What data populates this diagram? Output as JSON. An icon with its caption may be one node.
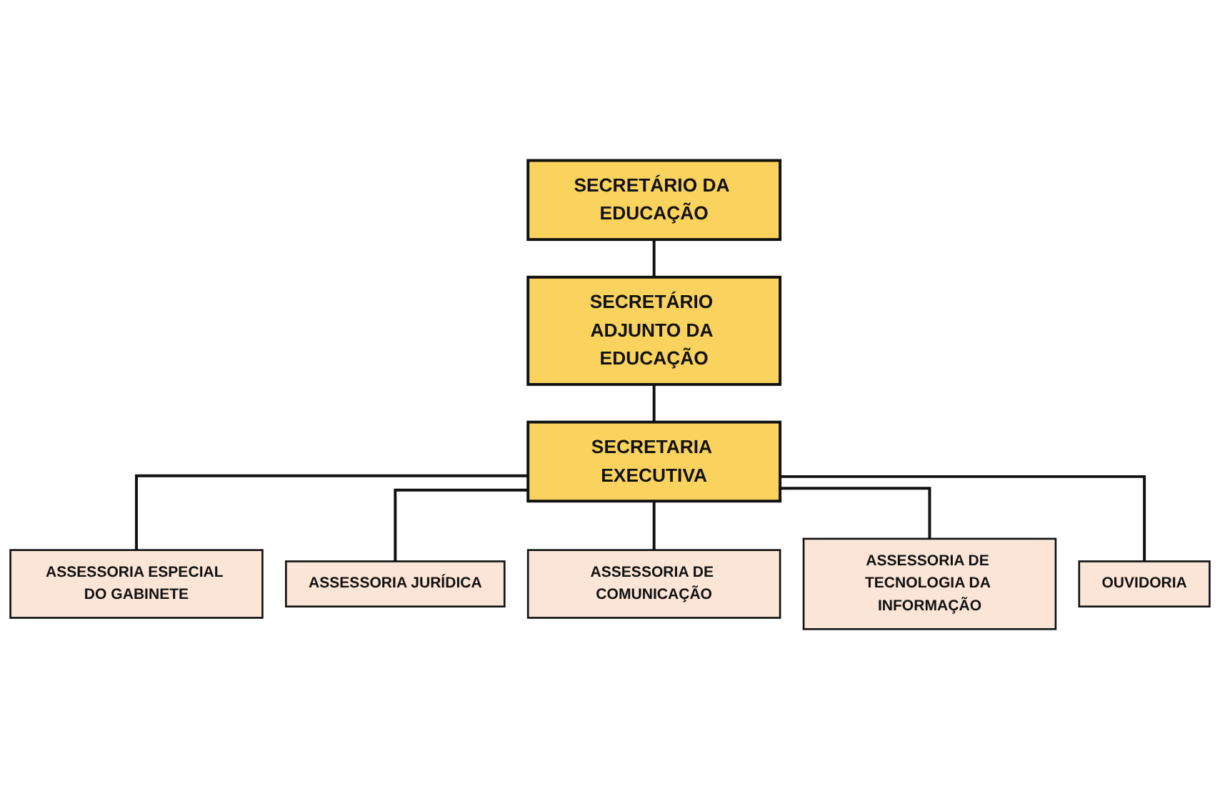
{
  "diagram": {
    "nodes": [
      {
        "text": [
          "SECRETÁRIO DA EDUCAÇÃO"
        ]
      },
      {
        "text": [
          "SECRETÁRIO ADJUNTO DA EDUCAÇÃO"
        ]
      },
      {
        "text": [
          "SECRETARIA EXECUTIVA"
        ]
      },
      {
        "text": [
          "ASSESSORIA ESPECIAL DO GABINETE"
        ]
      },
      {
        "text": [
          "ASSESSORIA JURÍDICA"
        ]
      },
      {
        "text": [
          "ASSESSORIA DE COMUNICAÇÃO"
        ]
      },
      {
        "text": [
          "ASSESSORIA DE TECNOLOGIA DA INFORMAÇÃO"
        ]
      },
      {
        "text": [
          "OUVIDORIA"
        ]
      }
    ],
    "edges": [
      {
        "from": 0,
        "to": 1,
        "arrow": "none"
      },
      {
        "from": 1,
        "to": 2,
        "arrow": "none"
      },
      {
        "from": 2,
        "to": 3,
        "arrow": "none"
      },
      {
        "from": 2,
        "to": 4,
        "arrow": "none"
      },
      {
        "from": 2,
        "to": 5,
        "arrow": "none"
      },
      {
        "from": 2,
        "to": 6,
        "arrow": "none"
      },
      {
        "from": 2,
        "to": 7,
        "arrow": "none"
      }
    ]
  }
}
